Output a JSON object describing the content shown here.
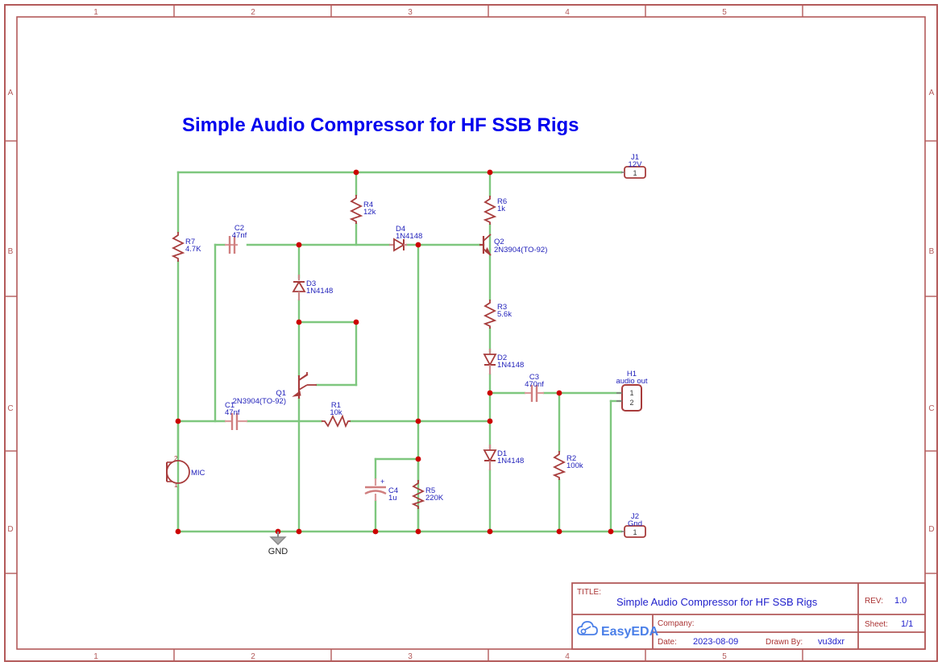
{
  "sheet": {
    "title": "Simple Audio Compressor for HF SSB Rigs",
    "frame": {
      "columns": [
        "1",
        "2",
        "3",
        "4",
        "5"
      ],
      "rows": [
        "A",
        "B",
        "C",
        "D"
      ],
      "border_color": "#b35a5a"
    },
    "colors": {
      "wire": "#7ec77e",
      "component": "#a83c3c",
      "junction": "#cc0000",
      "label": "#2222bb",
      "title": "#0000ee",
      "field_label": "#aa3333",
      "logo": "#4a7fe8"
    }
  },
  "title_block": {
    "title_label": "TITLE:",
    "title_value": "Simple Audio Compressor for HF SSB Rigs",
    "rev_label": "REV:",
    "rev_value": "1.0",
    "company_label": "Company:",
    "company_value": "",
    "sheet_label": "Sheet:",
    "sheet_value": "1/1",
    "date_label": "Date:",
    "date_value": "2023-08-09",
    "drawn_by_label": "Drawn By:",
    "drawn_by_value": "vu3dxr",
    "logo_text": "EasyEDA"
  },
  "components": [
    {
      "ref": "R1",
      "value": "10k",
      "type": "resistor",
      "orient": "h"
    },
    {
      "ref": "R2",
      "value": "100k",
      "type": "resistor",
      "orient": "v"
    },
    {
      "ref": "R3",
      "value": "5.6k",
      "type": "resistor",
      "orient": "v"
    },
    {
      "ref": "R4",
      "value": "12k",
      "type": "resistor",
      "orient": "v"
    },
    {
      "ref": "R5",
      "value": "220K",
      "type": "resistor",
      "orient": "v"
    },
    {
      "ref": "R6",
      "value": "1k",
      "type": "resistor",
      "orient": "v"
    },
    {
      "ref": "R7",
      "value": "4.7K",
      "type": "resistor",
      "orient": "v"
    },
    {
      "ref": "C1",
      "value": "47nf",
      "type": "capacitor",
      "orient": "h"
    },
    {
      "ref": "C2",
      "value": "47nf",
      "type": "capacitor",
      "orient": "h"
    },
    {
      "ref": "C3",
      "value": "470nf",
      "type": "capacitor",
      "orient": "h"
    },
    {
      "ref": "C4",
      "value": "1u",
      "type": "capacitor-polarized",
      "orient": "v"
    },
    {
      "ref": "D1",
      "value": "1N4148",
      "type": "diode",
      "orient": "down"
    },
    {
      "ref": "D2",
      "value": "1N4148",
      "type": "diode",
      "orient": "down"
    },
    {
      "ref": "D3",
      "value": "1N4148",
      "type": "diode",
      "orient": "up"
    },
    {
      "ref": "D4",
      "value": "1N4148",
      "type": "diode",
      "orient": "right"
    },
    {
      "ref": "Q1",
      "value": "2N3904(TO-92)",
      "type": "npn-transistor"
    },
    {
      "ref": "Q2",
      "value": "2N3904(TO-92)",
      "type": "npn-transistor"
    }
  ],
  "connectors": [
    {
      "ref": "J1",
      "value": "12V",
      "pins": [
        "1"
      ]
    },
    {
      "ref": "J2",
      "value": "Gnd",
      "pins": [
        "1"
      ]
    },
    {
      "ref": "H1",
      "value": "audio out",
      "pins": [
        "1",
        "2"
      ]
    }
  ],
  "symbols": [
    {
      "ref": "MIC",
      "label": "MIC",
      "pins": [
        "2",
        "1"
      ]
    },
    {
      "ref": "GND",
      "label": "GND"
    }
  ]
}
